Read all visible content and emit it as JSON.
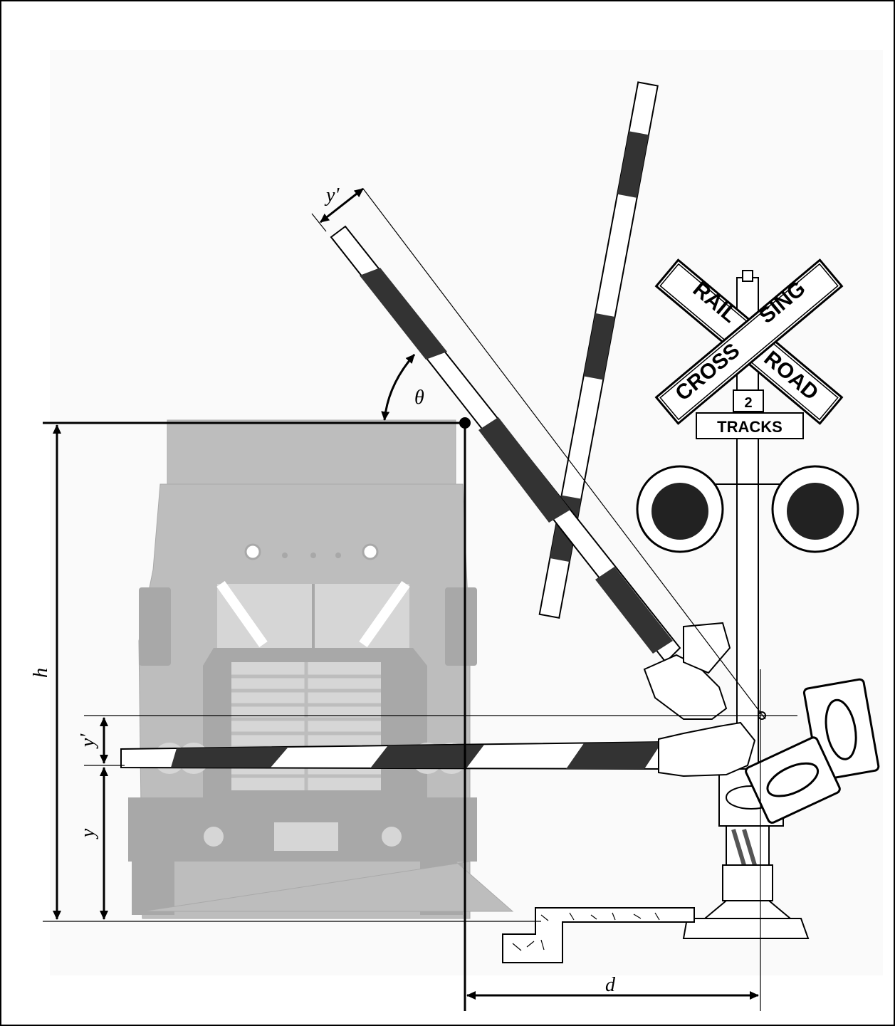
{
  "diagram": {
    "labels": {
      "h": "h",
      "y": "y",
      "y_prime_vertical": "y'",
      "y_prime_tilted": "y'",
      "theta": "θ",
      "d": "d"
    },
    "sign": {
      "arm_left": "RAIL",
      "arm_right": "ROAD",
      "arm_cross_left": "CROSS",
      "arm_cross_right": "SING",
      "track_count": "2",
      "tracks_label": "TRACKS"
    }
  }
}
